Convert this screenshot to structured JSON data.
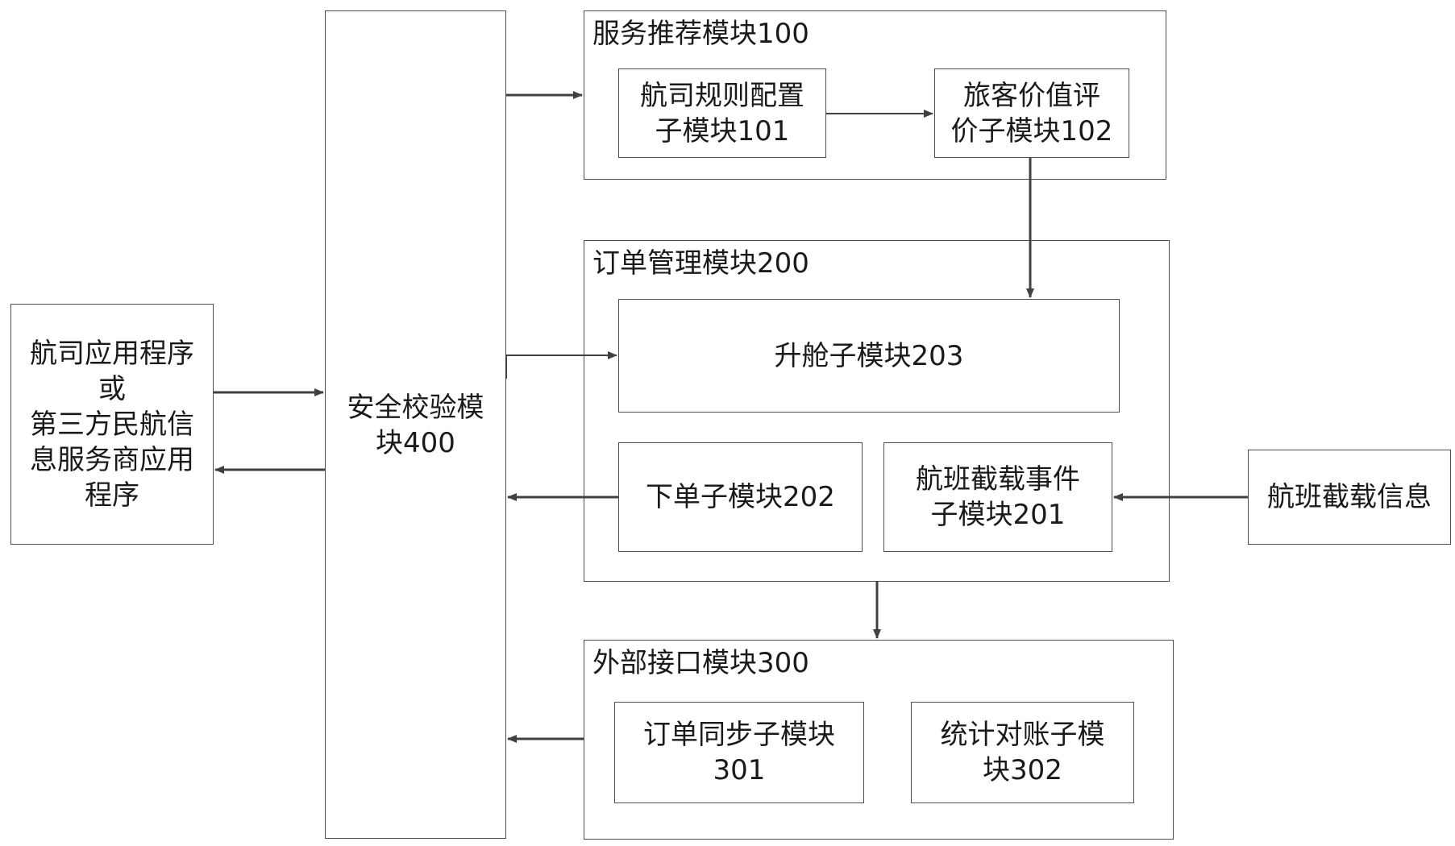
{
  "app": {
    "lines": [
      "航司应用程序",
      "或",
      "第三方民航信",
      "息服务商应用",
      "程序"
    ]
  },
  "security": {
    "lines": [
      "安全校验模",
      "块400"
    ]
  },
  "service_recommend": {
    "title": "服务推荐模块100",
    "sub101": [
      "航司规则配置",
      "子模块101"
    ],
    "sub102": [
      "旅客价值评",
      "价子模块102"
    ]
  },
  "order_mgmt": {
    "title": "订单管理模块200",
    "sub203": "升舱子模块203",
    "sub202": "下单子模块202",
    "sub201": [
      "航班截载事件",
      "子模块201"
    ]
  },
  "external": {
    "title": "外部接口模块300",
    "sub301": [
      "订单同步子模块",
      "301"
    ],
    "sub302": [
      "统计对账子模",
      "块302"
    ]
  },
  "flight_info": {
    "label": "航班截载信息"
  },
  "colors": {
    "line": "#404040",
    "border": "#4d4d4d"
  }
}
